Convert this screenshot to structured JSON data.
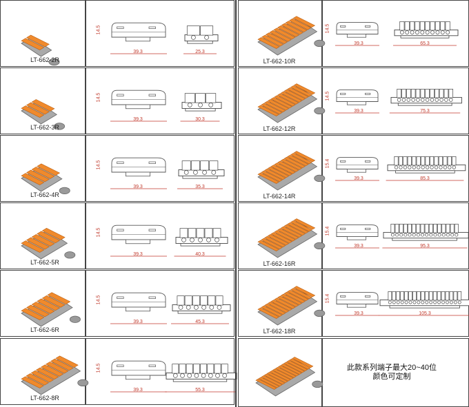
{
  "left_column": [
    {
      "model": "LT-662-2R",
      "height": "14.5",
      "length": "39.3",
      "width": "25.3",
      "poles": 2
    },
    {
      "model": "LT-662-3R",
      "height": "14.5",
      "length": "39.3",
      "width": "30.3",
      "poles": 3
    },
    {
      "model": "LT-662-4R",
      "height": "14.5",
      "length": "39.3",
      "width": "35.3",
      "poles": 4
    },
    {
      "model": "LT-662-5R",
      "height": "14.5",
      "length": "39.3",
      "width": "40.3",
      "poles": 5
    },
    {
      "model": "LT-662-6R",
      "height": "14.5",
      "length": "39.3",
      "width": "45.3",
      "poles": 6
    },
    {
      "model": "LT-662-8R",
      "height": "14.5",
      "length": "39.3",
      "width": "55.3",
      "poles": 8
    }
  ],
  "right_column": [
    {
      "model": "LT-662-10R",
      "height": "14.5",
      "length": "39.3",
      "width": "65.3",
      "poles": 10
    },
    {
      "model": "LT-662-12R",
      "height": "14.5",
      "length": "39.3",
      "width": "75.3",
      "poles": 12
    },
    {
      "model": "LT-662-14R",
      "height": "15.4",
      "length": "39.3",
      "width": "85.3",
      "poles": 14
    },
    {
      "model": "LT-662-16R",
      "height": "15.4",
      "length": "39.3",
      "width": "95.3",
      "poles": 16
    },
    {
      "model": "LT-662-18R",
      "height": "15.4",
      "length": "39.3",
      "width": "105.3",
      "poles": 18
    }
  ],
  "note": {
    "line1": "此款系列端子最大20~40位",
    "line2": "颜色可定制"
  },
  "colors": {
    "lever": "#f08a2c",
    "body": "#8c8c8c",
    "dimension": "#c0392b",
    "outline": "#444444"
  }
}
